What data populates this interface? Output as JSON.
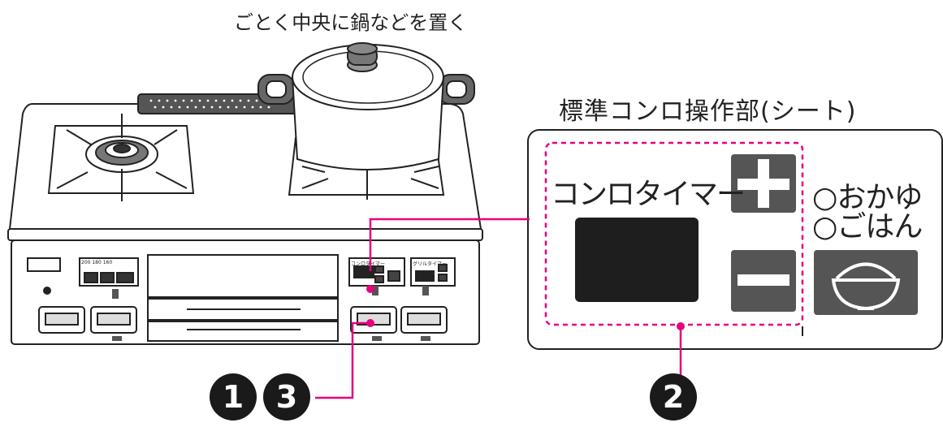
{
  "top_caption": "ごとく中央に鍋などを置く",
  "panel_title": "標準コンロ操作部(シート)",
  "panel": {
    "timer_label": "コンロタイマー",
    "plus_label": "+",
    "minus_label": "−",
    "option_1": "○おかゆ",
    "option_2": "○ごはん"
  },
  "callouts": {
    "badge_1": "1",
    "badge_2": "2",
    "badge_3": "3"
  },
  "stove_mini_labels": {
    "left_panel": "200 180 160",
    "center_timer": "コンロタイマー",
    "grill_timer": "グリルタイマー"
  },
  "colors": {
    "callout_line": "#e6007e",
    "button_gray": "#555555",
    "display_black": "#1e1e1e"
  }
}
